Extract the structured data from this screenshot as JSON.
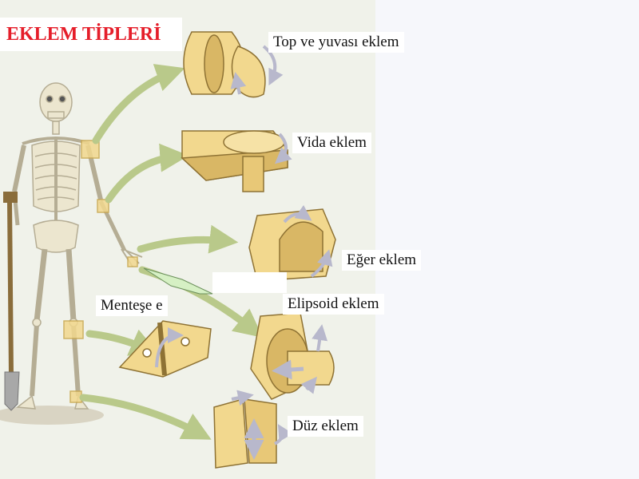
{
  "slide": {
    "title": "EKLEM TİPLERİ",
    "labels": {
      "ball_socket": "Top ve yuvası eklem",
      "pivot": "Vida eklem",
      "saddle": "Eğer eklem",
      "hinge": "Menteşe e",
      "ellipsoid": "Elipsoid eklem",
      "plane": "Düz eklem"
    }
  },
  "colors": {
    "title": "#e51e2a",
    "joint_block": "#f2d88e",
    "joint_shade": "#d9b765",
    "arrow_green": "#b9c98a",
    "rotation_arrow": "#b8b8cc",
    "bone": "#ece6cf",
    "ground": "#c9c0a8"
  }
}
